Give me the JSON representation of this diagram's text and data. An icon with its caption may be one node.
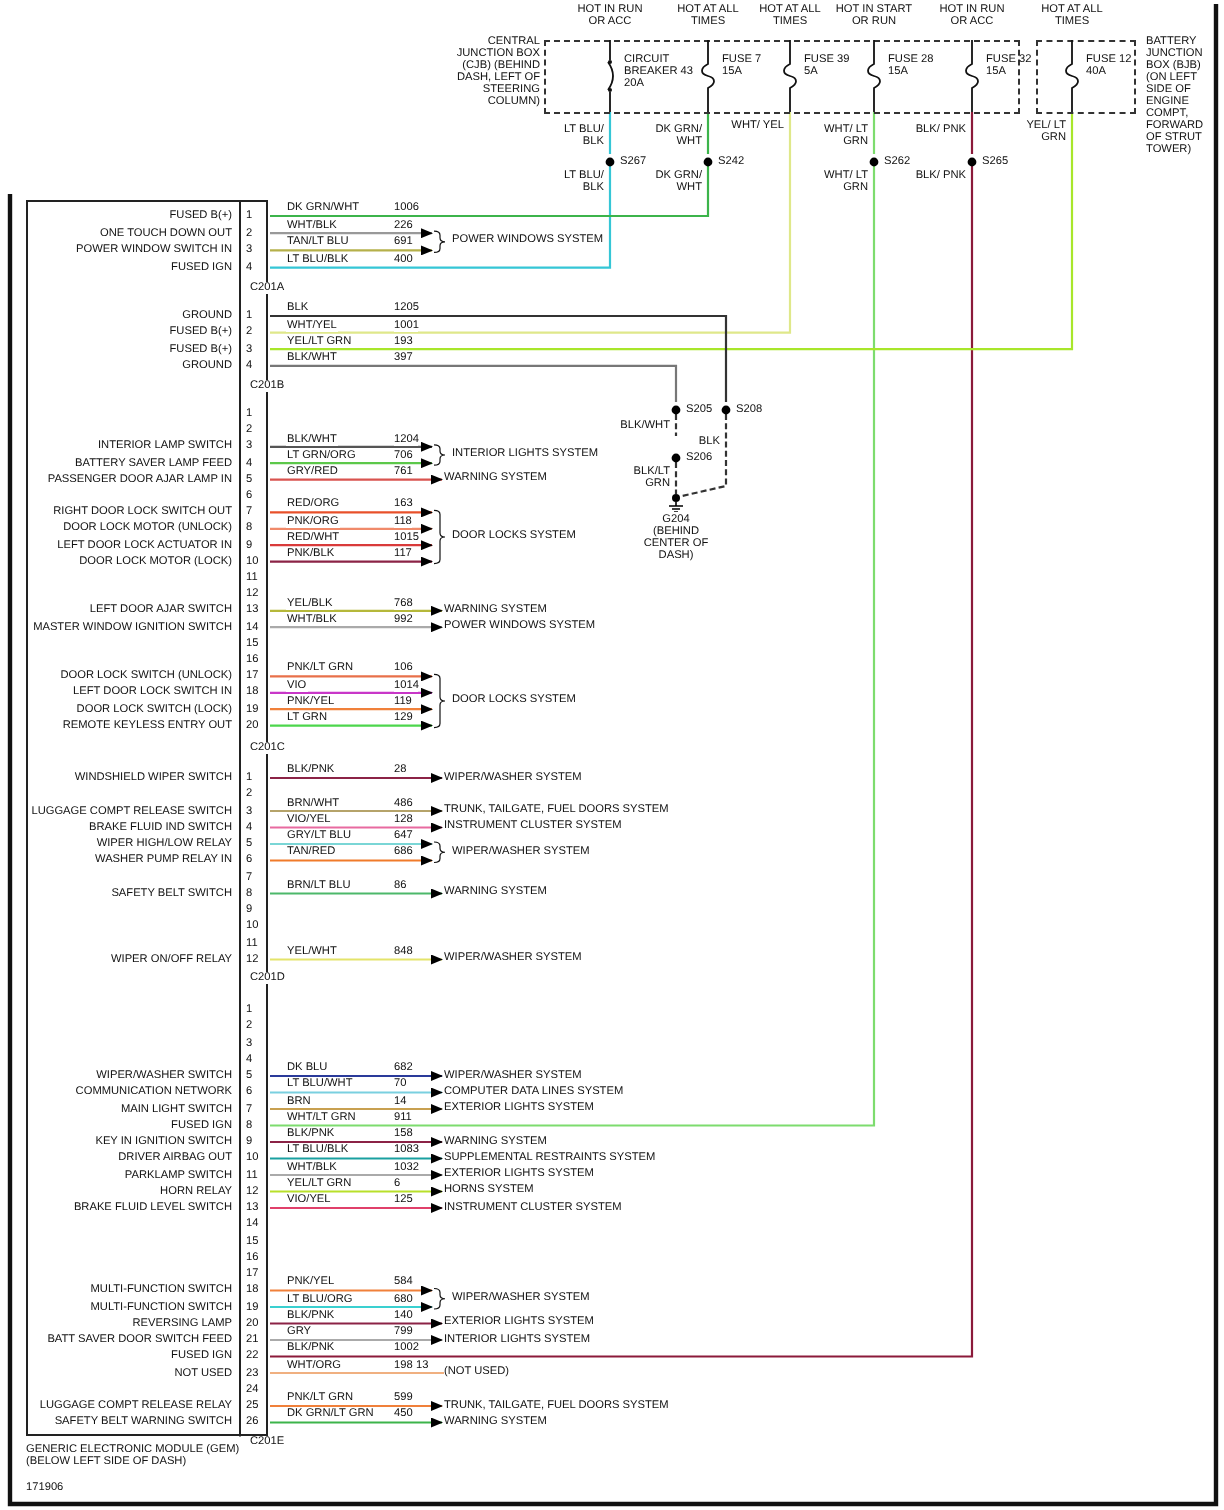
{
  "diagram": {
    "nodes": [
      {
        "text": [
          "CENTRAL JUNCTION BOX (CJB) (BEHIND DASH, LEFT OF STEERING COLUMN)"
        ]
      },
      {
        "text": [
          "CIRCUIT BREAKER 43 20A"
        ],
        "in": 0,
        "beside": [
          "HOT IN RUN OR ACC"
        ]
      },
      {
        "text": [
          "FUSE 7 15A"
        ],
        "in": 0,
        "beside": [
          "HOT AT ALL TIMES"
        ]
      },
      {
        "text": [
          "FUSE 39 5A"
        ],
        "in": 0,
        "beside": [
          "HOT AT ALL TIMES"
        ]
      },
      {
        "text": [
          "FUSE 28 15A"
        ],
        "in": 0,
        "beside": [
          "HOT IN START OR RUN"
        ]
      },
      {
        "text": [
          "FUSE 32 15A"
        ],
        "in": 0,
        "beside": [
          "HOT IN RUN OR ACC"
        ]
      },
      {
        "text": [
          "BATTERY JUNCTION BOX (BJB) (ON LEFT SIDE OF ENGINE COMPT, FORWARD OF STRUT TOWER)"
        ]
      },
      {
        "text": [
          "FUSE 12 40A"
        ],
        "in": 6,
        "beside": [
          "HOT AT ALL TIMES"
        ]
      },
      {
        "text": [
          "S267"
        ]
      },
      {
        "text": [
          "S242"
        ]
      },
      {
        "text": [
          "S262"
        ]
      },
      {
        "text": [
          "S265"
        ]
      },
      {
        "text": [
          "GENERIC ELECTRONIC MODULE (GEM) (BELOW LEFT SIDE OF DASH)"
        ]
      },
      {
        "text": [
          "FUSED B(+)",
          "1"
        ],
        "in": 12
      },
      {
        "text": [
          "ONE TOUCH DOWN OUT",
          "2"
        ],
        "in": 12
      },
      {
        "text": [
          "POWER WINDOW SWITCH IN",
          "3"
        ],
        "in": 12
      },
      {
        "text": [
          "FUSED IGN",
          "4"
        ],
        "in": 12
      },
      {
        "text": [
          "GROUND",
          "1"
        ],
        "in": 12
      },
      {
        "text": [
          "FUSED B(+)",
          "2"
        ],
        "in": 12
      },
      {
        "text": [
          "FUSED B(+)",
          "3"
        ],
        "in": 12
      },
      {
        "text": [
          "GROUND",
          "4"
        ],
        "in": 12
      },
      {
        "text": [
          "1"
        ],
        "in": 12
      },
      {
        "text": [
          "2"
        ],
        "in": 12
      },
      {
        "text": [
          "INTERIOR LAMP SWITCH",
          "3"
        ],
        "in": 12
      },
      {
        "text": [
          "BATTERY SAVER LAMP FEED",
          "4"
        ],
        "in": 12
      },
      {
        "text": [
          "PASSENGER DOOR AJAR LAMP IN",
          "5"
        ],
        "in": 12
      },
      {
        "text": [
          "6"
        ],
        "in": 12
      },
      {
        "text": [
          "RIGHT DOOR LOCK SWITCH OUT",
          "7"
        ],
        "in": 12
      },
      {
        "text": [
          "DOOR LOCK MOTOR (UNLOCK)",
          "8"
        ],
        "in": 12
      },
      {
        "text": [
          "LEFT DOOR LOCK ACTUATOR IN",
          "9"
        ],
        "in": 12
      },
      {
        "text": [
          "DOOR LOCK MOTOR (LOCK)",
          "10"
        ],
        "in": 12
      },
      {
        "text": [
          "11"
        ],
        "in": 12
      },
      {
        "text": [
          "12"
        ],
        "in": 12
      },
      {
        "text": [
          "LEFT DOOR AJAR SWITCH",
          "13"
        ],
        "in": 12
      },
      {
        "text": [
          "MASTER WINDOW IGNITION SWITCH",
          "14"
        ],
        "in": 12
      },
      {
        "text": [
          "15"
        ],
        "in": 12
      },
      {
        "text": [
          "16"
        ],
        "in": 12
      },
      {
        "text": [
          "DOOR LOCK SWITCH (UNLOCK)",
          "17"
        ],
        "in": 12
      },
      {
        "text": [
          "LEFT DOOR LOCK SWITCH IN",
          "18"
        ],
        "in": 12
      },
      {
        "text": [
          "DOOR LOCK SWITCH (LOCK)",
          "19"
        ],
        "in": 12
      },
      {
        "text": [
          "REMOTE KEYLESS ENTRY OUT",
          "20"
        ],
        "in": 12
      },
      {
        "text": [
          "WINDSHIELD WIPER SWITCH",
          "1"
        ],
        "in": 12
      },
      {
        "text": [
          "2"
        ],
        "in": 12
      },
      {
        "text": [
          "LUGGAGE COMPT RELEASE SWITCH",
          "3"
        ],
        "in": 12
      },
      {
        "text": [
          "BRAKE FLUID IND SWITCH",
          "4"
        ],
        "in": 12
      },
      {
        "text": [
          "WIPER HIGH/LOW RELAY",
          "5"
        ],
        "in": 12
      },
      {
        "text": [
          "WASHER PUMP RELAY IN",
          "6"
        ],
        "in": 12
      },
      {
        "text": [
          "7"
        ],
        "in": 12
      },
      {
        "text": [
          "SAFETY BELT SWITCH",
          "8"
        ],
        "in": 12
      },
      {
        "text": [
          "9"
        ],
        "in": 12
      },
      {
        "text": [
          "10"
        ],
        "in": 12
      },
      {
        "text": [
          "11"
        ],
        "in": 12
      },
      {
        "text": [
          "WIPER ON/OFF RELAY",
          "12"
        ],
        "in": 12
      },
      {
        "text": [
          "1"
        ],
        "in": 12
      },
      {
        "text": [
          "2"
        ],
        "in": 12
      },
      {
        "text": [
          "3"
        ],
        "in": 12
      },
      {
        "text": [
          "4"
        ],
        "in": 12
      },
      {
        "text": [
          "WIPER/WASHER SWITCH",
          "5"
        ],
        "in": 12
      },
      {
        "text": [
          "COMMUNICATION NETWORK",
          "6"
        ],
        "in": 12
      },
      {
        "text": [
          "MAIN LIGHT SWITCH",
          "7"
        ],
        "in": 12
      },
      {
        "text": [
          "FUSED IGN",
          "8"
        ],
        "in": 12
      },
      {
        "text": [
          "KEY IN IGNITION SWITCH",
          "9"
        ],
        "in": 12
      },
      {
        "text": [
          "DRIVER AIRBAG OUT",
          "10"
        ],
        "in": 12
      },
      {
        "text": [
          "PARKLAMP SWITCH",
          "11"
        ],
        "in": 12
      },
      {
        "text": [
          "HORN RELAY",
          "12"
        ],
        "in": 12
      },
      {
        "text": [
          "BRAKE FLUID LEVEL SWITCH",
          "13"
        ],
        "in": 12
      },
      {
        "text": [
          "14"
        ],
        "in": 12
      },
      {
        "text": [
          "15"
        ],
        "in": 12
      },
      {
        "text": [
          "16"
        ],
        "in": 12
      },
      {
        "text": [
          "17"
        ],
        "in": 12
      },
      {
        "text": [
          "MULTI-FUNCTION SWITCH",
          "18"
        ],
        "in": 12
      },
      {
        "text": [
          "MULTI-FUNCTION SWITCH",
          "19"
        ],
        "in": 12
      },
      {
        "text": [
          "REVERSING LAMP",
          "20"
        ],
        "in": 12
      },
      {
        "text": [
          "BATT SAVER DOOR SWITCH FEED",
          "21"
        ],
        "in": 12
      },
      {
        "text": [
          "FUSED IGN",
          "22"
        ],
        "in": 12
      },
      {
        "text": [
          "NOT USED",
          "23"
        ],
        "in": 12
      },
      {
        "text": [
          "24"
        ],
        "in": 12
      },
      {
        "text": [
          "LUGGAGE COMPT RELEASE RELAY",
          "25"
        ],
        "in": 12
      },
      {
        "text": [
          "SAFETY BELT WARNING SWITCH",
          "26"
        ],
        "in": 12
      },
      {
        "text": [
          "S205"
        ]
      },
      {
        "text": [
          "S208"
        ]
      },
      {
        "text": [
          "S206"
        ]
      },
      {
        "text": [
          "G204",
          "(BEHIND CENTER OF DASH)"
        ]
      },
      {
        "text": [
          "POWER WINDOWS SYSTEM"
        ]
      },
      {
        "text": [
          "INTERIOR LIGHTS SYSTEM"
        ]
      },
      {
        "text": [
          "WARNING SYSTEM"
        ]
      },
      {
        "text": [
          "DOOR LOCKS SYSTEM"
        ]
      },
      {
        "text": [
          "WARNING SYSTEM"
        ]
      },
      {
        "text": [
          "POWER WINDOWS SYSTEM"
        ]
      },
      {
        "text": [
          "DOOR LOCKS SYSTEM"
        ]
      },
      {
        "text": [
          "WIPER/WASHER SYSTEM"
        ]
      },
      {
        "text": [
          "TRUNK, TAILGATE, FUEL DOORS SYSTEM"
        ]
      },
      {
        "text": [
          "INSTRUMENT CLUSTER SYSTEM"
        ]
      },
      {
        "text": [
          "WIPER/WASHER SYSTEM"
        ]
      },
      {
        "text": [
          "WARNING SYSTEM"
        ]
      },
      {
        "text": [
          "WIPER/WASHER SYSTEM"
        ]
      },
      {
        "text": [
          "WIPER/WASHER SYSTEM"
        ]
      },
      {
        "text": [
          "COMPUTER DATA LINES SYSTEM"
        ]
      },
      {
        "text": [
          "EXTERIOR LIGHTS SYSTEM"
        ]
      },
      {
        "text": [
          "WARNING SYSTEM"
        ]
      },
      {
        "text": [
          "SUPPLEMENTAL RESTRAINTS SYSTEM"
        ]
      },
      {
        "text": [
          "EXTERIOR LIGHTS SYSTEM"
        ]
      },
      {
        "text": [
          "HORNS SYSTEM"
        ]
      },
      {
        "text": [
          "INSTRUMENT CLUSTER SYSTEM"
        ]
      },
      {
        "text": [
          "WIPER/WASHER SYSTEM"
        ]
      },
      {
        "text": [
          "EXTERIOR LIGHTS SYSTEM"
        ]
      },
      {
        "text": [
          "INTERIOR LIGHTS SYSTEM"
        ]
      },
      {
        "text": [
          "(NOT USED)"
        ]
      },
      {
        "text": [
          "TRUNK, TAILGATE, FUEL DOORS SYSTEM"
        ]
      },
      {
        "text": [
          "WARNING SYSTEM"
        ]
      }
    ],
    "edges": [
      {
        "from": 1,
        "to": 8,
        "arrow": "none",
        "label": "LT BLU/ BLK",
        "color": "#35c6d6"
      },
      {
        "from": 8,
        "to": 16,
        "arrow": "none",
        "label": "LT BLU/BLK",
        "color": "#35c6d6"
      },
      {
        "from": 2,
        "to": 9,
        "arrow": "none",
        "label": "DK GRN/ WHT",
        "color": "#3cb44b"
      },
      {
        "from": 9,
        "to": 13,
        "arrow": "none",
        "label": "DK GRN/WHT",
        "color": "#3cb44b"
      },
      {
        "from": 3,
        "to": 18,
        "arrow": "none",
        "label": "WHT/YEL",
        "color": "#dfe88a"
      },
      {
        "from": 4,
        "to": 10,
        "arrow": "none",
        "label": "WHT/ LT GRN",
        "color": "#7ddc6e"
      },
      {
        "from": 10,
        "to": 60,
        "arrow": "none",
        "label": "WHT/LT GRN",
        "color": "#7ddc6e"
      },
      {
        "from": 5,
        "to": 11,
        "arrow": "none",
        "label": "BLK/ PNK",
        "color": "#8b1a3a"
      },
      {
        "from": 11,
        "to": 74,
        "arrow": "none",
        "label": "BLK/PNK",
        "color": "#8b1a3a"
      },
      {
        "from": 7,
        "to": 19,
        "arrow": "none",
        "label": "YEL/LT GRN",
        "color": "#a8e62a"
      },
      {
        "from": 17,
        "to": 80,
        "arrow": "none",
        "label": "BLK",
        "color": "#333333"
      },
      {
        "from": 20,
        "to": 79,
        "arrow": "none",
        "label": "BLK/WHT",
        "color": "#777777"
      },
      {
        "from": 79,
        "to": 81,
        "arrow": "none",
        "label": "BLK/WHT",
        "style": "dashed",
        "color": "#333333"
      },
      {
        "from": 81,
        "to": 82,
        "arrow": "none",
        "label": "BLK/LT GRN",
        "style": "dashed",
        "color": "#333333"
      },
      {
        "from": 80,
        "to": 82,
        "arrow": "none",
        "label": "BLK",
        "style": "dashed",
        "color": "#333333"
      },
      {
        "from": 14,
        "to": 83,
        "arrow": "to",
        "label": "WHT/BLK",
        "color": "#999999"
      },
      {
        "from": 15,
        "to": 83,
        "arrow": "to",
        "label": "TAN/LT BLU",
        "color": "#b5b04a"
      },
      {
        "from": 23,
        "to": 84,
        "arrow": "to",
        "label": "BLK/WHT",
        "color": "#555555"
      },
      {
        "from": 24,
        "to": 84,
        "arrow": "to",
        "label": "LT GRN/ORG",
        "color": "#5cc84a"
      },
      {
        "from": 25,
        "to": 85,
        "arrow": "to",
        "label": "GRY/RED",
        "color": "#d9534f"
      },
      {
        "from": 27,
        "to": 86,
        "arrow": "to",
        "label": "RED/ORG",
        "color": "#e8502a"
      },
      {
        "from": 28,
        "to": 86,
        "arrow": "to",
        "label": "PNK/ORG",
        "color": "#f08a6a"
      },
      {
        "from": 29,
        "to": 86,
        "arrow": "to",
        "label": "RED/WHT",
        "color": "#d93a3a"
      },
      {
        "from": 30,
        "to": 86,
        "arrow": "to",
        "label": "PNK/BLK",
        "color": "#8b2346"
      },
      {
        "from": 33,
        "to": 87,
        "arrow": "to",
        "label": "YEL/BLK",
        "color": "#b5b83a"
      },
      {
        "from": 34,
        "to": 88,
        "arrow": "to",
        "label": "WHT/BLK",
        "color": "#aaaaaa"
      },
      {
        "from": 37,
        "to": 89,
        "arrow": "to",
        "label": "PNK/LT GRN",
        "color": "#e8704a"
      },
      {
        "from": 38,
        "to": 89,
        "arrow": "to",
        "label": "VIO",
        "color": "#c837c8"
      },
      {
        "from": 39,
        "to": 89,
        "arrow": "to",
        "label": "PNK/YEL",
        "color": "#f0803a"
      },
      {
        "from": 40,
        "to": 89,
        "arrow": "to",
        "label": "LT GRN",
        "color": "#4cd64c"
      },
      {
        "from": 41,
        "to": 90,
        "arrow": "to",
        "label": "BLK/PNK",
        "color": "#8b2346"
      },
      {
        "from": 43,
        "to": 91,
        "arrow": "to",
        "label": "BRN/WHT",
        "color": "#b5a36a"
      },
      {
        "from": 44,
        "to": 92,
        "arrow": "to",
        "label": "VIO/YEL",
        "color": "#e86aa0"
      },
      {
        "from": 45,
        "to": 93,
        "arrow": "to",
        "label": "GRY/LT BLU",
        "color": "#7ad6d6"
      },
      {
        "from": 46,
        "to": 93,
        "arrow": "to",
        "label": "TAN/RED",
        "color": "#f07a2a"
      },
      {
        "from": 48,
        "to": 94,
        "arrow": "to",
        "label": "BRN/LT BLU",
        "color": "#4cb86a"
      },
      {
        "from": 52,
        "to": 95,
        "arrow": "to",
        "label": "YEL/WHT",
        "color": "#e4e46a"
      },
      {
        "from": 57,
        "to": 96,
        "arrow": "to",
        "label": "DK BLU",
        "color": "#2a3a9a"
      },
      {
        "from": 58,
        "to": 97,
        "arrow": "to",
        "label": "LT BLU/WHT",
        "color": "#7ad0e0"
      },
      {
        "from": 59,
        "to": 98,
        "arrow": "to",
        "label": "BRN",
        "color": "#c8a050"
      },
      {
        "from": 61,
        "to": 99,
        "arrow": "to",
        "label": "BLK/PNK",
        "color": "#8b2346"
      },
      {
        "from": 62,
        "to": 100,
        "arrow": "to",
        "label": "LT BLU/BLK",
        "color": "#1aa0a0"
      },
      {
        "from": 63,
        "to": 101,
        "arrow": "to",
        "label": "WHT/BLK",
        "color": "#aaaaaa"
      },
      {
        "from": 64,
        "to": 102,
        "arrow": "to",
        "label": "YEL/LT GRN",
        "color": "#b8e02a"
      },
      {
        "from": 65,
        "to": 103,
        "arrow": "to",
        "label": "VIO/YEL",
        "color": "#e0406a"
      },
      {
        "from": 70,
        "to": 104,
        "arrow": "to",
        "label": "PNK/YEL",
        "color": "#f0803a"
      },
      {
        "from": 71,
        "to": 104,
        "arrow": "to",
        "label": "LT BLU/ORG",
        "color": "#3ad0d0"
      },
      {
        "from": 72,
        "to": 105,
        "arrow": "to",
        "label": "BLK/PNK",
        "color": "#8b2346"
      },
      {
        "from": 73,
        "to": 106,
        "arrow": "to",
        "label": "GRY",
        "color": "#aaaaaa"
      },
      {
        "from": 75,
        "to": 107,
        "arrow": "none",
        "label": "WHT/ORG",
        "color": "#f0b080"
      },
      {
        "from": 77,
        "to": 108,
        "arrow": "to",
        "label": "PNK/LT GRN",
        "color": "#f0803a"
      },
      {
        "from": 78,
        "to": 109,
        "arrow": "to",
        "label": "DK GRN/LT GRN",
        "color": "#3cb44b"
      }
    ],
    "labels": [
      "WHT/ YEL",
      "LT BLU/ BLK",
      "DK GRN/ WHT",
      "WHT/ LT GRN",
      "BLK/ PNK",
      "YEL/ LT GRN",
      "1006",
      "226",
      "691",
      "400",
      "C201A",
      "1205",
      "1001",
      "193",
      "397",
      "C201B",
      "1204",
      "706",
      "761",
      "163",
      "118",
      "1015",
      "117",
      "768",
      "992",
      "106",
      "1014",
      "119",
      "129",
      "C201C",
      "28",
      "486",
      "128",
      "647",
      "686",
      "86",
      "848",
      "C201D",
      "682",
      "70",
      "14",
      "911",
      "158",
      "1083",
      "1032",
      "6",
      "125",
      "584",
      "680",
      "140",
      "799",
      "1002",
      "198",
      "13",
      "599",
      "450",
      "C201E",
      "171906"
    ]
  }
}
